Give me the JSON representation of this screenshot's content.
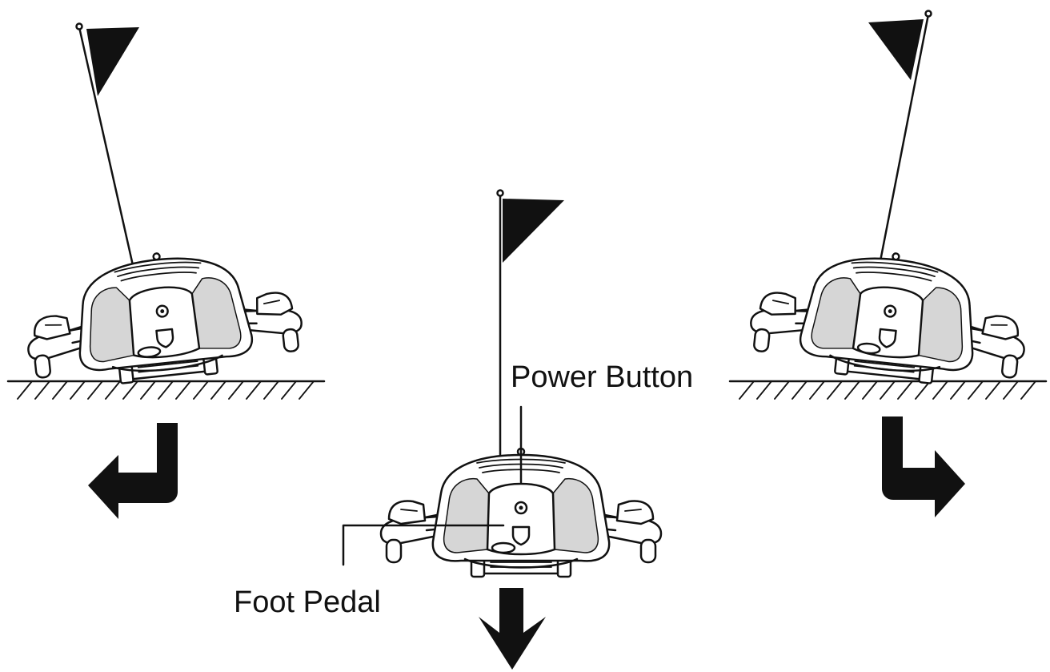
{
  "labels": {
    "power_button": "Power Button",
    "foot_pedal": "Foot Pedal"
  },
  "views": [
    {
      "id": "left-turn",
      "arrow": "turn-left-arrow"
    },
    {
      "id": "straight",
      "arrow": "down-arrow"
    },
    {
      "id": "right-turn",
      "arrow": "turn-right-arrow"
    }
  ],
  "colors": {
    "ink": "#111111",
    "background": "#ffffff",
    "shade": "#d6d6d6"
  }
}
